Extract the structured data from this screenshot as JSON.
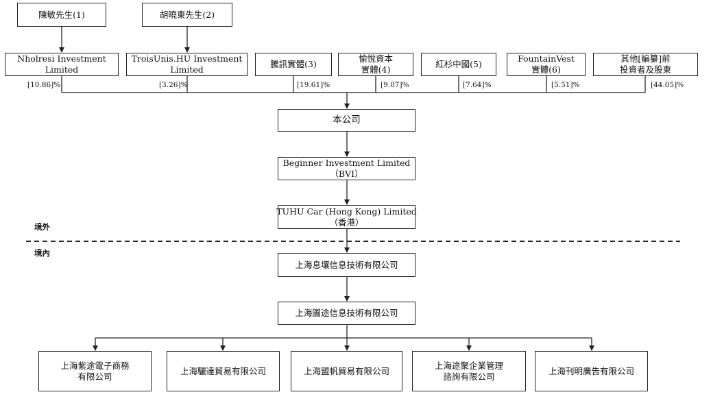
{
  "shareholders_top": [
    {
      "label": [
        "陳敏先生(1)"
      ]
    },
    {
      "label": [
        "胡曉東先生(2)"
      ]
    }
  ],
  "holding_entities": [
    {
      "label": [
        "Nholresi Investment",
        "Limited"
      ],
      "pct": "[10.86]%"
    },
    {
      "label": [
        "TroisUnis.HU Investment",
        "Limited"
      ],
      "pct": "[3.26]%"
    },
    {
      "label": [
        "騰訊實體(3)"
      ],
      "pct": "[19.61]%"
    },
    {
      "label": [
        "愉悅資本",
        "實體(4)"
      ],
      "pct": "[9.07]%"
    },
    {
      "label": [
        "紅杉中國(5)"
      ],
      "pct": "[7.64]%"
    },
    {
      "label": [
        "FountainVest",
        "實體(6)"
      ],
      "pct": "[5.51]%"
    },
    {
      "label": [
        "其他[編纂]前",
        "投資者及股東"
      ],
      "pct": "[44.05]%"
    }
  ],
  "company": {
    "label": [
      "本公司"
    ]
  },
  "bvi": {
    "label": [
      "Beginner Investment Limited",
      "（BVI）"
    ]
  },
  "hk": {
    "label": [
      "TUHU Car (Hong Kong) Limited",
      "（香港）"
    ]
  },
  "regions": {
    "offshore": "境外",
    "onshore": "境內"
  },
  "wfoe": {
    "label": [
      "上海息壤信息技術有限公司"
    ]
  },
  "opco": {
    "label": [
      "上海圖途信息技術有限公司"
    ]
  },
  "subsidiaries": [
    {
      "label": [
        "上海紫途電子商務",
        "有限公司"
      ]
    },
    {
      "label": [
        "上海驪達貿易有限公司"
      ]
    },
    {
      "label": [
        "上海盟帆貿易有限公司"
      ]
    },
    {
      "label": [
        "上海途聚企業管理",
        "諮詢有限公司"
      ]
    },
    {
      "label": [
        "上海刊明廣告有限公司"
      ]
    }
  ]
}
